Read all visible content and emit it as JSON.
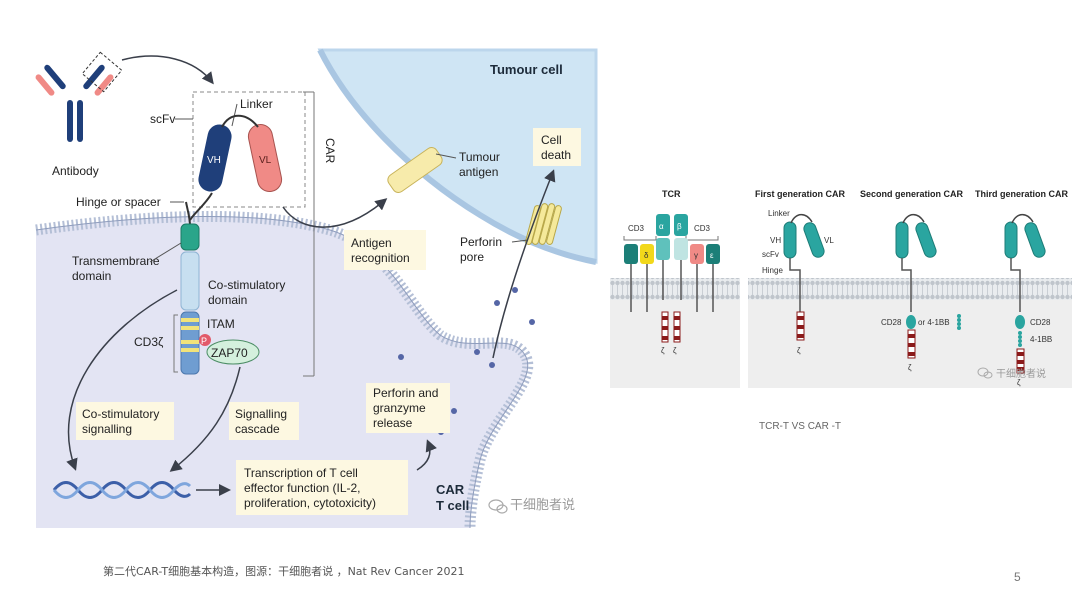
{
  "left_figure": {
    "labels": {
      "tumour_cell": "Tumour cell",
      "antibody": "Antibody",
      "scfv": "scFv",
      "linker": "Linker",
      "vh": "VH",
      "vl": "VL",
      "car": "CAR",
      "hinge": "Hinge or spacer",
      "transmembrane": [
        "Transmembrane",
        "domain"
      ],
      "costim_domain": [
        "Co-stimulatory",
        "domain"
      ],
      "itam": "ITAM",
      "cd3z": "CD3ζ",
      "p": "P",
      "zap70": "ZAP70",
      "tumour_antigen": [
        "Tumour",
        "antigen"
      ],
      "antigen_recognition": [
        "Antigen",
        "recognition"
      ],
      "cell_death": [
        "Cell",
        "death"
      ],
      "perforin_pore": [
        "Perforin",
        "pore"
      ],
      "costim_signalling": [
        "Co-stimulatory",
        "signalling"
      ],
      "signalling_cascade": [
        "Signalling",
        "cascade"
      ],
      "perforin_release": [
        "Perforin and",
        "granzyme",
        "release"
      ],
      "transcription": [
        "Transcription of T cell",
        "effector function (IL-2,",
        "proliferation, cytotoxicity)"
      ],
      "car_t_cell": [
        "CAR",
        "T cell"
      ],
      "watermark": "干细胞者说"
    }
  },
  "right_figure": {
    "headers": {
      "tcr": "TCR",
      "first": "First generation CAR",
      "second": "Second generation CAR",
      "third": "Third generation CAR"
    },
    "labels": {
      "cd3_left": "CD3",
      "cd3_right": "CD3",
      "delta": "δ",
      "alpha": "α",
      "beta": "β",
      "gamma": "γ",
      "eps": "ε",
      "zeta": "ζ",
      "linker": "Linker",
      "vh": "VH",
      "vl": "VL",
      "scfv": "scFv",
      "hinge": "Hinge",
      "cd28_2": "CD28",
      "or41bb": "or 4-1BB",
      "cd28_3": "CD28",
      "bb_3": "4-1BB",
      "watermark": "干细胞者说"
    },
    "caption": "TCR-T VS CAR -T"
  },
  "caption": "第二代CAR-T细胞基本构造，图源：干细胞者说 ，Nat Rev Cancer 2021",
  "page_number": "5",
  "colors": {
    "tumour_fill": "#cfe5f4",
    "tcell_fill": "#e3e4f3",
    "label_bg": "#fdf8e1",
    "heavy_chain": "#1f3f7a",
    "light_chain": "#f08a86",
    "teal": "#2aa5a0"
  }
}
